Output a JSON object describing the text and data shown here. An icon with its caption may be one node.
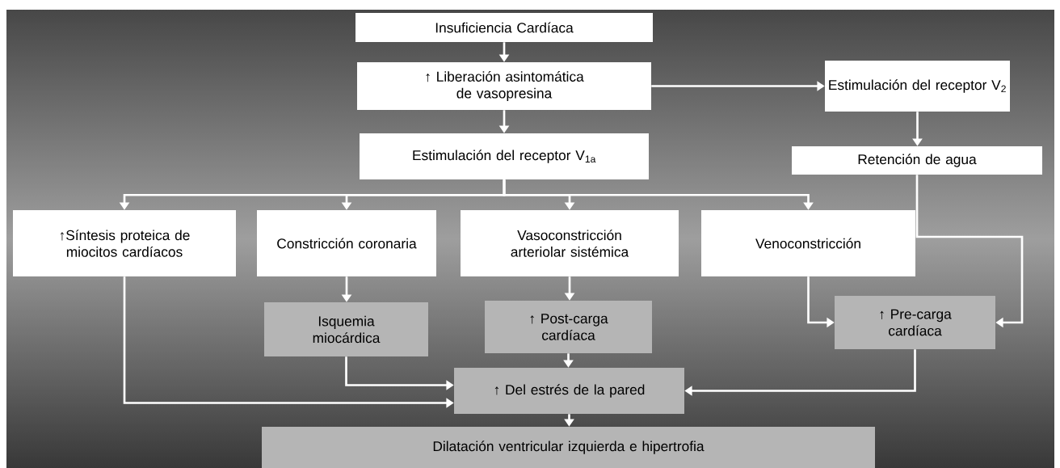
{
  "diagram": {
    "nodes": [
      {
        "text": [
          "Insuficiencia Cardíaca"
        ]
      },
      {
        "text": [
          "↑ Liberación asintomática de vasopresina"
        ]
      },
      {
        "text": [
          "Estimulación del receptor V$_{2}$"
        ]
      },
      {
        "text": [
          "Estimulación del receptor V$_{1a}$"
        ]
      },
      {
        "text": [
          "Retención de agua"
        ]
      },
      {
        "text": [
          "↑Síntesis proteica de miocitos cardíacos"
        ]
      },
      {
        "text": [
          "Constricción coronaria"
        ]
      },
      {
        "text": [
          "Vasoconstricción arteriolar sistémica"
        ]
      },
      {
        "text": [
          "Venoconstricción"
        ]
      },
      {
        "text": [
          "Isquemia miocárdica"
        ]
      },
      {
        "text": [
          "↑ Post-carga cardíaca"
        ]
      },
      {
        "text": [
          "↑ Pre-carga cardíaca"
        ]
      },
      {
        "text": [
          "↑ Del estrés de la pared"
        ]
      },
      {
        "text": [
          "Dilatación ventricular izquierda e hipertrofia"
        ]
      }
    ],
    "edges": [
      {
        "from": 0,
        "to": 1,
        "arrow": "to"
      },
      {
        "from": 1,
        "to": 2,
        "arrow": "to"
      },
      {
        "from": 1,
        "to": 3,
        "arrow": "to"
      },
      {
        "from": 3,
        "to": 5,
        "arrow": "to"
      },
      {
        "from": 3,
        "to": 6,
        "arrow": "to"
      },
      {
        "from": 3,
        "to": 7,
        "arrow": "to"
      },
      {
        "from": 3,
        "to": 8,
        "arrow": "to"
      },
      {
        "from": 2,
        "to": 4,
        "arrow": "to"
      },
      {
        "from": 4,
        "to": 11,
        "arrow": "to"
      },
      {
        "from": 8,
        "to": 11,
        "arrow": "to"
      },
      {
        "from": 6,
        "to": 9,
        "arrow": "to"
      },
      {
        "from": 7,
        "to": 10,
        "arrow": "to"
      },
      {
        "from": 5,
        "to": 12,
        "arrow": "to"
      },
      {
        "from": 9,
        "to": 12,
        "arrow": "to"
      },
      {
        "from": 11,
        "to": 12,
        "arrow": "to"
      },
      {
        "from": 10,
        "to": 12,
        "arrow": "to"
      },
      {
        "from": 12,
        "to": 13,
        "arrow": "to"
      }
    ]
  }
}
